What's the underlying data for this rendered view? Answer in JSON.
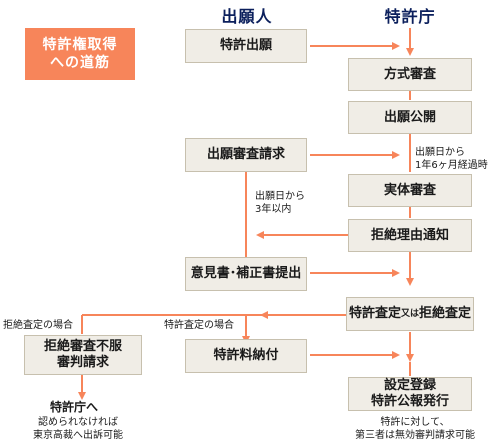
{
  "columns": {
    "applicant": "出願人",
    "office": "特許庁"
  },
  "badge": {
    "line1": "特許権取得",
    "line2": "への道筋"
  },
  "applicant_boxes": {
    "filing": "特許出願",
    "exam_request": "出願審査請求",
    "response": "意見書･補正書提出",
    "fee_payment": "特許料納付"
  },
  "office_boxes": {
    "formality": "方式審査",
    "publication": "出願公開",
    "substantive": "実体審査",
    "rejection_reason": "拒絶理由通知",
    "decision_a": "特許査定",
    "decision_or": "又は",
    "decision_b": "拒絶査定",
    "registration_line1": "設定登録",
    "registration_line2": "特許公報発行"
  },
  "appeal_box": {
    "line1": "拒絶審査不服",
    "line2": "審判請求"
  },
  "notes": {
    "pub_line1": "出願日から",
    "pub_line2": "1年6ヶ月経過時",
    "request_line1": "出願日から",
    "request_line2": "3年以内",
    "rejection_case": "拒絶査定の場合",
    "grant_case": "特許査定の場合",
    "appeal_to": "特許庁へ",
    "appeal_sub1": "認められなければ",
    "appeal_sub2": "東京高裁へ出訴可能",
    "opposition_line1": "特許に対して、",
    "opposition_line2": "第三者は無効審判請求可能"
  },
  "colors": {
    "arrow": "#f7855a",
    "box_fill": "#f0ede6",
    "box_border": "#c7c0ae",
    "heading": "#0b1f5c"
  }
}
